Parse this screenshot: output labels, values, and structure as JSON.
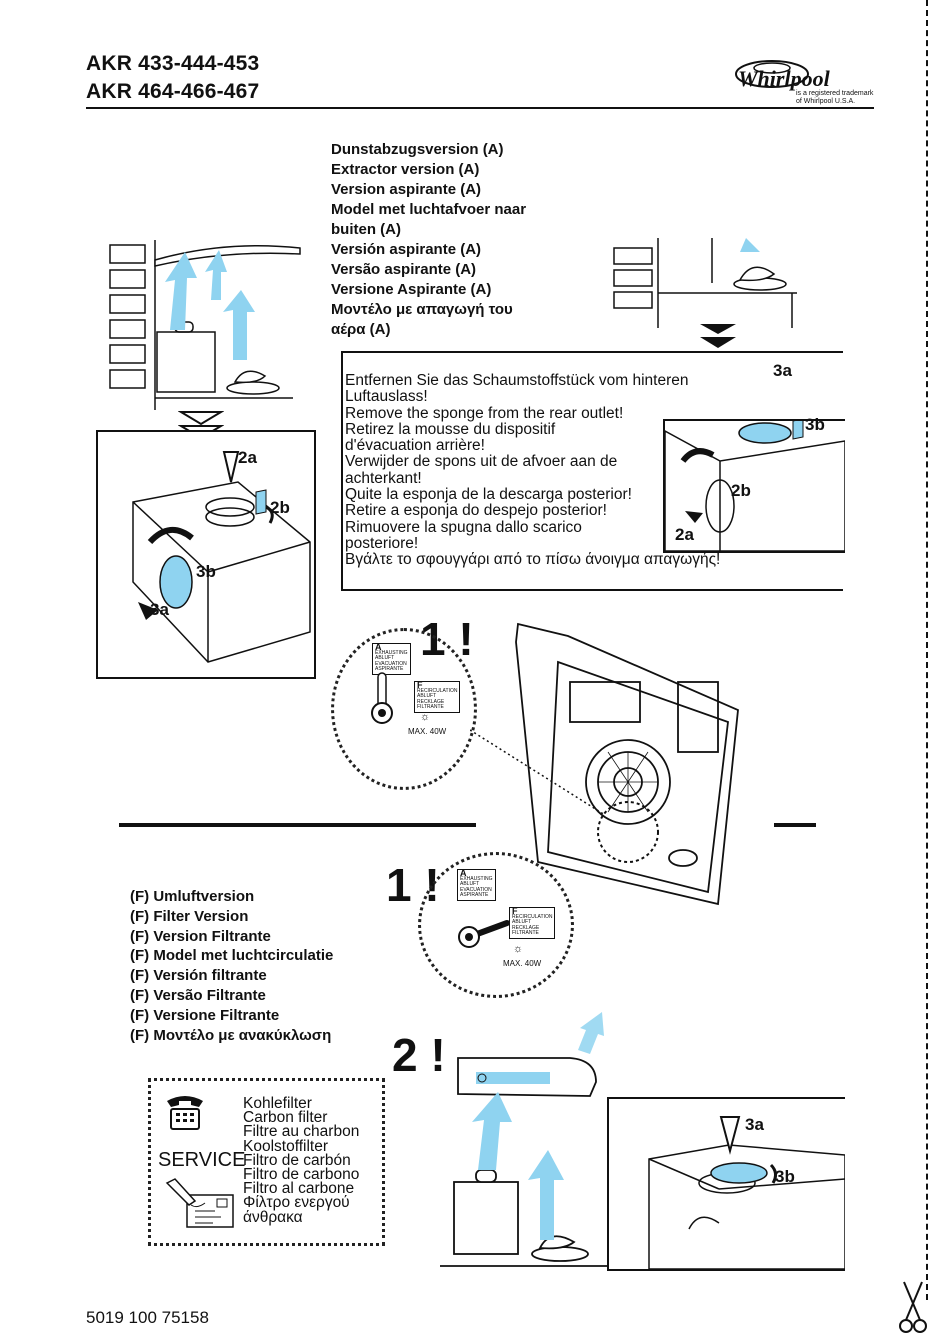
{
  "header": {
    "model_line_1": "AKR 433-444-453",
    "model_line_2": "AKR 464-466-467",
    "brand": "Whirlpool",
    "trademark_line_1": "is a registered trademark",
    "trademark_line_2": "of Whirlpool U.S.A."
  },
  "extractor_titles": [
    "Dunstabzugsversion (A)",
    "Extractor version (A)",
    "Version aspirante (A)",
    "Model met luchtafvoer naar",
    "buiten (A)",
    "Versión aspirante (A)",
    "Versão aspirante (A)",
    "Versione Aspirante (A)",
    "Μοντέλο με απαγωγή του",
    "αέρα (A)"
  ],
  "instructions": [
    "Entfernen Sie das Schaumstoffstück vom hinteren",
    "Luftauslass!",
    "Remove the sponge from the rear outlet!",
    "Retirez la mousse du dispositif",
    "d'évacuation arrière!",
    "Verwijder de spons uit de afvoer aan de",
    "achterkant!",
    "Quite la esponja de la descarga posterior!",
    "Retire a esponja do despejo posterior!",
    "Rimuovere la spugna dallo scarico",
    "posteriore!",
    "Βγάλτε το σφουγγάρι από το πίσω άνοιγμα απαγωγής!"
  ],
  "labels": {
    "step_2a": "2a",
    "step_2b": "2b",
    "step_3a": "3a",
    "step_3b": "3b",
    "step_1": "1 !",
    "step_2": "2 !"
  },
  "switch_panel": {
    "a_letter": "A",
    "a_lines": [
      "EXHAUSTING",
      "ABLUFT",
      "EVACUATION",
      "ASPIRANTE"
    ],
    "f_letter": "F",
    "f_lines": [
      "RECIRCULATION",
      "ABLUFT",
      "RECKLAGE",
      "FILTRANTE"
    ],
    "lamp": "MAX. 40W"
  },
  "filter_titles": [
    "(F) Umluftversion",
    "(F) Filter Version",
    "(F) Version Filtrante",
    "(F) Model met luchtcirculatie",
    "(F) Versión filtrante",
    "(F) Versão Filtrante",
    "(F) Versione Filtrante",
    "(F) Μοντέλο με ανακύκλωση"
  ],
  "service": {
    "label": "SERVICE",
    "items": [
      "Kohlefilter",
      "Carbon filter",
      "Filtre au charbon",
      "Koolstoffilter",
      "Filtro de carbón",
      "Filtro de carbono",
      "Filtro al carbone",
      "Φίλτρο ενεργού",
      "άνθρακα"
    ]
  },
  "footer": {
    "part_number": "5019 100 75158"
  },
  "colors": {
    "accent_cyan": "#8fd3f0",
    "ink": "#111111"
  }
}
